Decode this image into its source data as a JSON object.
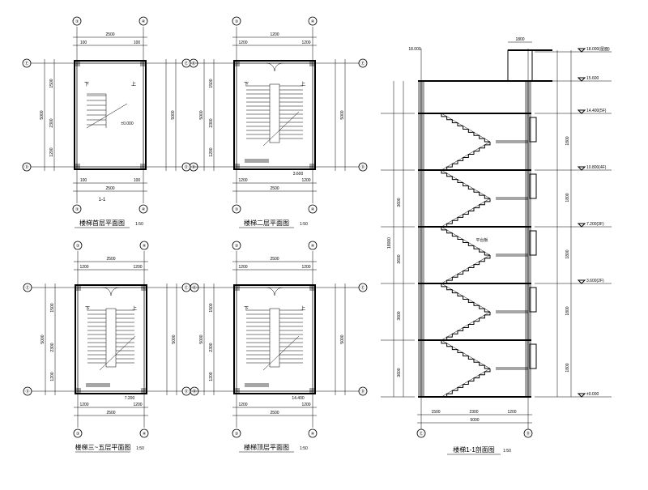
{
  "drawing": {
    "plans": [
      {
        "key": "plan1",
        "title": "楼梯首层平面图",
        "scale_note": "1:50",
        "top_axes": [
          "③",
          "④"
        ],
        "side_axes": [
          "Ⓔ",
          "Ⓓ"
        ],
        "bottom_axes": [
          "③",
          "④"
        ],
        "dims_top": [
          "100",
          "2500",
          "100"
        ],
        "dims_bottom": [
          "100",
          "2500",
          "100"
        ],
        "side_dims": [
          "1500",
          "2300",
          "1200"
        ],
        "label_up": "上",
        "label_down": "下",
        "section_mark": "1-1",
        "level": "±0.000"
      },
      {
        "key": "plan2",
        "title": "楼梯二层平面图",
        "scale_note": "1:50",
        "top_axes": [
          "③",
          "④"
        ],
        "side_axes": [
          "Ⓔ",
          "Ⓓ"
        ],
        "bottom_axes": [
          "③",
          "④"
        ],
        "dims_top": [
          "1200",
          "1200",
          "1200"
        ],
        "dims_bottom": [
          "1200",
          "2500",
          "1200"
        ],
        "side_dims": [
          "1500",
          "2300",
          "1200"
        ],
        "label_up": "上",
        "label_down": "下",
        "level": "3.600"
      },
      {
        "key": "plan3",
        "title": "楼梯三~五层平面图",
        "scale_note": "1:50",
        "top_axes": [
          "③",
          "④"
        ],
        "side_axes": [
          "Ⓔ",
          "Ⓓ"
        ],
        "bottom_axes": [
          "③",
          "④"
        ],
        "dims_top": [
          "1200",
          "2500",
          "1200"
        ],
        "dims_bottom": [
          "1200",
          "2500",
          "1200"
        ],
        "side_dims": [
          "1500",
          "2300",
          "1200"
        ],
        "label_up": "上",
        "label_down": "下",
        "level": "7.200"
      },
      {
        "key": "plan4",
        "title": "楼梯顶层平面图",
        "scale_note": "1:50",
        "top_axes": [
          "③",
          "④"
        ],
        "side_axes": [
          "Ⓔ",
          "Ⓓ"
        ],
        "bottom_axes": [
          "③",
          "④"
        ],
        "dims_top": [
          "1200",
          "2500",
          "1200"
        ],
        "dims_bottom": [
          "1200",
          "2500",
          "1200"
        ],
        "side_dims": [
          "1500",
          "2300",
          "1200"
        ],
        "label_up": "上",
        "label_down": "下",
        "level": "14.400"
      }
    ],
    "section": {
      "title": "楼梯1-1剖面图",
      "scale_note": "1:50",
      "bottom_axes": [
        "Ⓔ",
        "Ⓓ"
      ],
      "bottom_dims": [
        "1500",
        "2300",
        "1200"
      ],
      "top_dim": "1800",
      "levels_right": [
        "18.000(屋面)",
        "15.600",
        "14.400(5F)",
        "10.800(4F)",
        "7.200(3F)",
        "3.600(2F)",
        "±0.000"
      ],
      "levels_left": [
        "18.000"
      ],
      "left_dims": [
        "3600",
        "3600",
        "3600",
        "3600"
      ],
      "right_dims": [
        "1800",
        "1800",
        "1800",
        "1800",
        "1800"
      ],
      "landing_label": "平台板"
    }
  }
}
